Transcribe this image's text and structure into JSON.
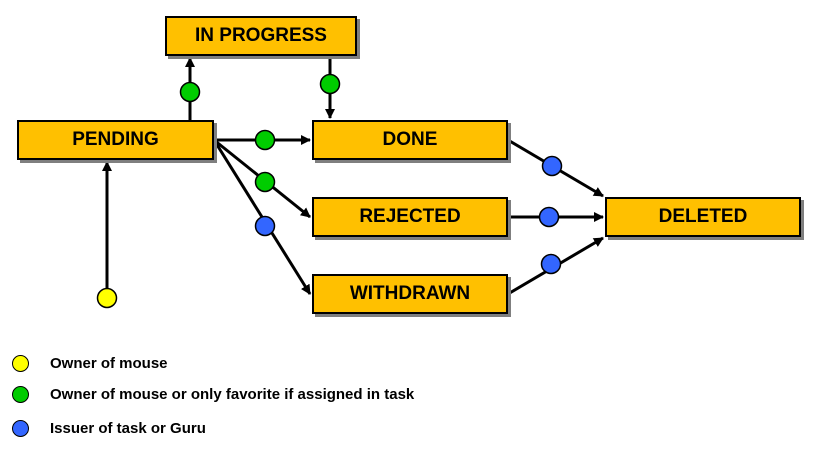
{
  "states": {
    "in_progress": "IN PROGRESS",
    "pending": "PENDING",
    "done": "DONE",
    "rejected": "REJECTED",
    "withdrawn": "WITHDRAWN",
    "deleted": "DELETED"
  },
  "roles": {
    "owner": {
      "color": "#FFFF00",
      "label": "Owner of mouse"
    },
    "owner_or_favorite": {
      "color": "#00CC00",
      "label": "Owner of mouse or only favorite if assigned in task"
    },
    "issuer": {
      "color": "#3366FF",
      "label": "Issuer of task or Guru"
    }
  },
  "transitions": [
    {
      "from": "start",
      "to": "pending",
      "role": "owner"
    },
    {
      "from": "pending",
      "to": "in_progress",
      "role": "owner_or_favorite"
    },
    {
      "from": "in_progress",
      "to": "done",
      "role": "owner_or_favorite"
    },
    {
      "from": "pending",
      "to": "done",
      "role": "owner_or_favorite"
    },
    {
      "from": "pending",
      "to": "rejected",
      "role": "owner_or_favorite"
    },
    {
      "from": "pending",
      "to": "withdrawn",
      "role": "issuer"
    },
    {
      "from": "done",
      "to": "deleted",
      "role": "issuer"
    },
    {
      "from": "rejected",
      "to": "deleted",
      "role": "issuer"
    },
    {
      "from": "withdrawn",
      "to": "deleted",
      "role": "issuer"
    }
  ],
  "legend": [
    "owner",
    "owner_or_favorite",
    "issuer"
  ]
}
